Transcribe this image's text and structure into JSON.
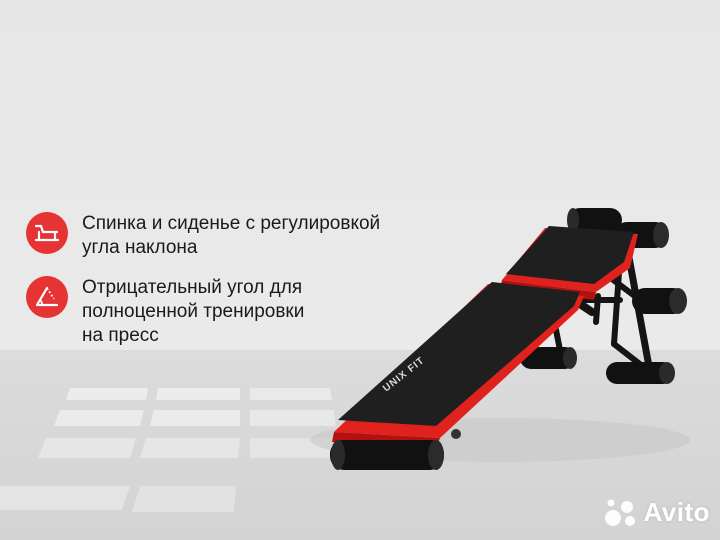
{
  "features": [
    {
      "icon": "bench-incline-icon",
      "line1": "Спинка и сиденье с регулировкой",
      "line2": "угла наклона",
      "line3": ""
    },
    {
      "icon": "angle-icon",
      "line1": "Отрицательный угол для",
      "line2": "полноценной тренировки",
      "line3": "на пресс"
    }
  ],
  "product": {
    "brand_mark": "UNIX FIT"
  },
  "watermark": {
    "text": "Avito"
  },
  "colors": {
    "accent": "#e63334",
    "bench_red": "#e0221e",
    "upholstery": "#1f1f1f",
    "frame": "#141414",
    "background": "#e8e8e8"
  }
}
